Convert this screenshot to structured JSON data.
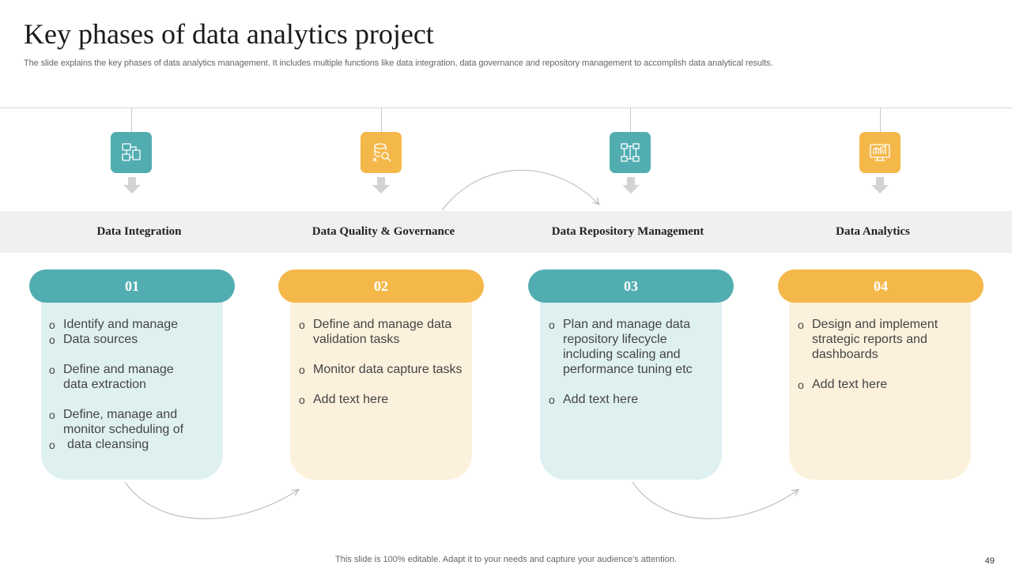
{
  "slide": {
    "title": "Key phases of data analytics project",
    "subtitle": "The slide explains the key phases of data analytics management. It includes multiple functions like data integration, data governance and repository management to accomplish data analytical results.",
    "footer": "This slide is 100% editable. Adapt it to your needs and capture your audience's attention.",
    "page_number": "49"
  },
  "colors": {
    "teal": "#52adb1",
    "gold": "#f4b84a",
    "teal_light": "#dff0f1",
    "gold_light": "#fcf1dc",
    "band": "#f0f0f0"
  },
  "phases": [
    {
      "label": "Data Integration",
      "number": "01",
      "icon": "data-flow-icon",
      "bullets": [
        "Identify  and manage",
        "Data sources",
        "Define and manage data extraction",
        "Define, manage and monitor scheduling of",
        "data cleansing"
      ]
    },
    {
      "label": "Data Quality & Governance",
      "number": "02",
      "icon": "database-search-icon",
      "bullets": [
        "Define and manage data validation tasks",
        "Monitor data capture tasks",
        "Add text here"
      ]
    },
    {
      "label": "Data Repository Management",
      "number": "03",
      "icon": "network-hierarchy-icon",
      "bullets": [
        "Plan and manage data repository lifecycle including scaling and performance tuning etc",
        "Add text here"
      ]
    },
    {
      "label": "Data Analytics",
      "number": "04",
      "icon": "analytics-monitor-icon",
      "bullets": [
        "Design and implement strategic reports and dashboards",
        "Add text here"
      ]
    }
  ]
}
